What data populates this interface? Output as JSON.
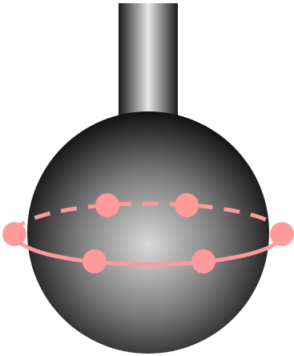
{
  "colors": {
    "background": "#ffffff",
    "rod_light": "#e8e8e8",
    "rod_dark": "#1a1a1a",
    "sphere_highlight": "#d9d9d9",
    "sphere_mid": "#777777",
    "sphere_edge": "#111111",
    "ring": "#ff9a9a",
    "marker": "#ff9a9a"
  },
  "scene": {
    "rod": {
      "visible": true,
      "shading": "cylindrical-gradient"
    },
    "sphere": {
      "visible": true,
      "shading": "radial-gradient"
    },
    "ring": {
      "front_half_style": "solid",
      "back_half_style": "dashed",
      "marker_count": 6
    }
  }
}
